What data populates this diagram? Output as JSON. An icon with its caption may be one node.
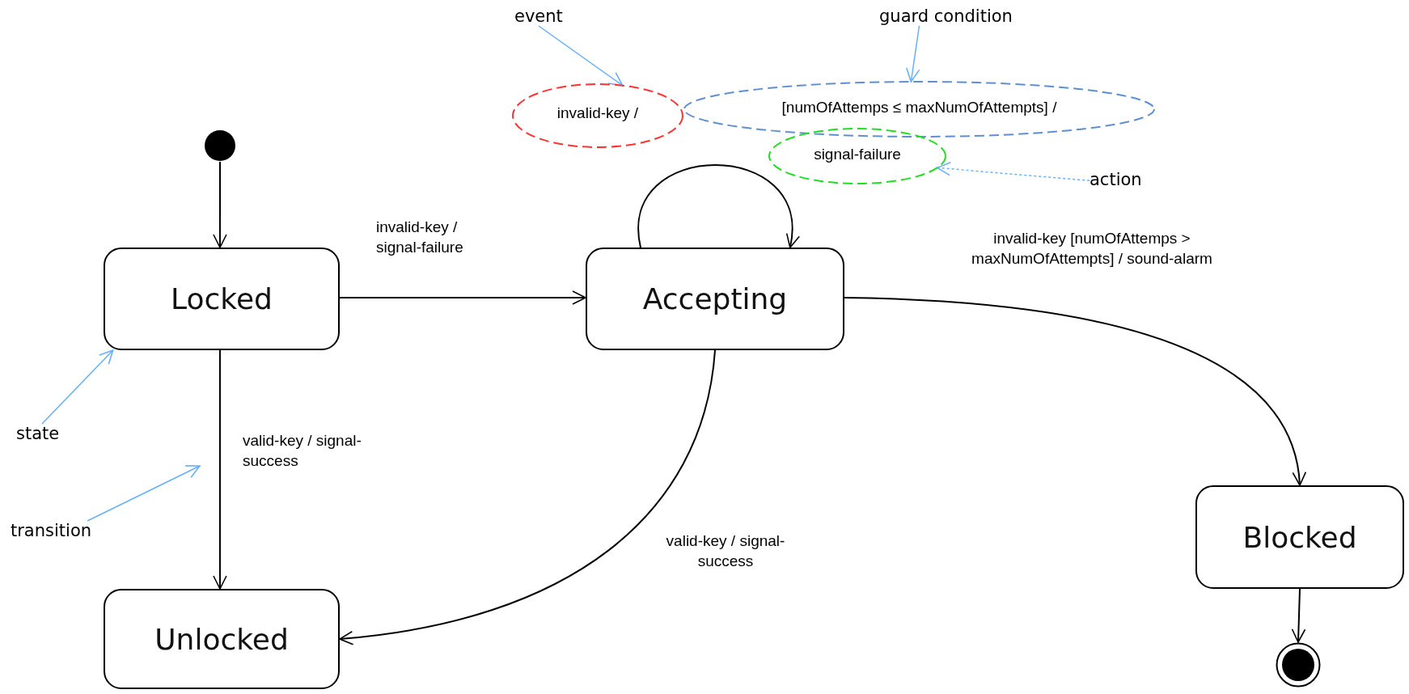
{
  "diagram": {
    "nodes": [
      {
        "text": [],
        "shape": "circle"
      },
      {
        "text": [
          "Locked"
        ]
      },
      {
        "text": [
          "Accepting"
        ]
      },
      {
        "text": [
          "Unlocked"
        ]
      },
      {
        "text": [
          "Blocked"
        ]
      },
      {
        "text": [],
        "shape": "bullseye"
      },
      {
        "text": [
          "invalid-key /"
        ]
      },
      {
        "text": [
          "[numOfAttemps ≤ maxNumOfAttempts] /"
        ]
      },
      {
        "text": [
          "signal-failure"
        ]
      },
      {
        "text": [
          "event"
        ]
      },
      {
        "text": [
          "guard condition"
        ]
      },
      {
        "text": [
          "action"
        ]
      },
      {
        "text": [
          "state"
        ]
      },
      {
        "text": [
          "transition"
        ]
      }
    ],
    "edges": [
      {
        "from": 0,
        "to": 1,
        "arrow": "to"
      },
      {
        "from": 1,
        "to": 2,
        "arrow": "to",
        "label": "invalid-key / signal-failure"
      },
      {
        "from": 2,
        "to": 2,
        "arrow": "to"
      },
      {
        "from": 2,
        "to": 4,
        "arrow": "to",
        "label": "invalid-key [numOfAttemps > maxNumOfAttempts] / sound-alarm"
      },
      {
        "from": 1,
        "to": 3,
        "arrow": "to",
        "label": "valid-key / signal-success"
      },
      {
        "from": 2,
        "to": 3,
        "arrow": "to",
        "label": "valid-key / signal-success"
      },
      {
        "from": 4,
        "to": 5,
        "arrow": "to"
      },
      {
        "from": 9,
        "to": 6,
        "arrow": "to",
        "color": "#66b0ff"
      },
      {
        "from": 10,
        "to": 7,
        "arrow": "to",
        "color": "#66b0ff"
      },
      {
        "from": 11,
        "to": 8,
        "arrow": "to",
        "color": "#66b0ff",
        "style": "dashed"
      },
      {
        "from": 12,
        "to": 1,
        "arrow": "to",
        "color": "#66b0ff"
      },
      {
        "from": 13,
        "to": null,
        "arrow": "to",
        "color": "#66b0ff"
      }
    ]
  }
}
